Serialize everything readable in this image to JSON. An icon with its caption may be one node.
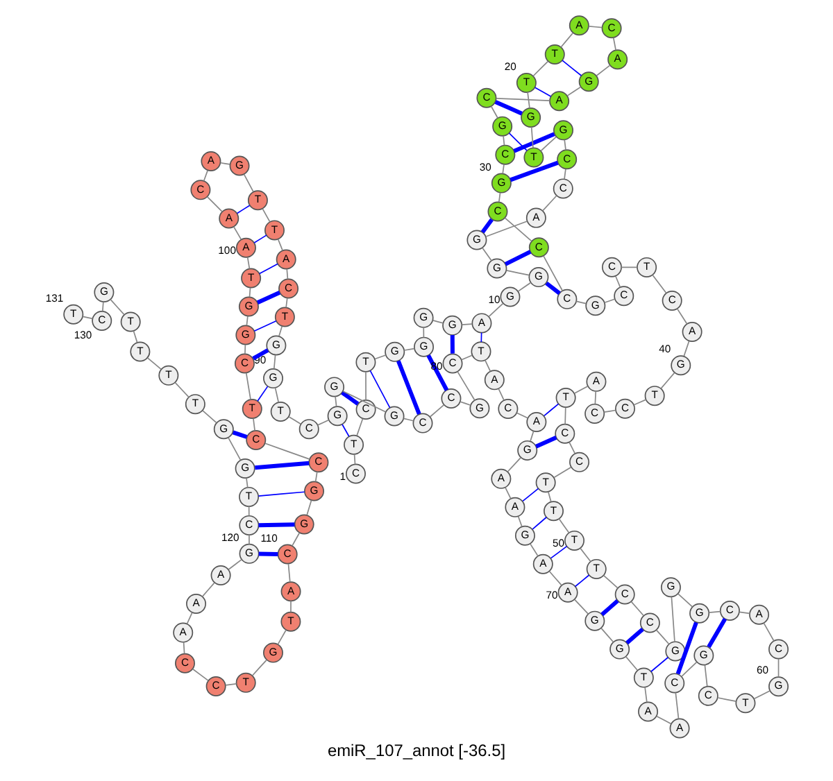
{
  "diagram": {
    "title": "emiR_107_annot [-36.5]",
    "nodes": [
      {
        "text": [
          "C"
        ],
        "beside": [
          "1"
        ]
      },
      {
        "text": [
          "T"
        ]
      },
      {
        "text": [
          "C"
        ]
      },
      {
        "text": [
          "T"
        ]
      },
      {
        "text": [
          "G"
        ]
      },
      {
        "text": [
          "G"
        ]
      },
      {
        "text": [
          "G"
        ]
      },
      {
        "text": [
          "G"
        ]
      },
      {
        "text": [
          "A"
        ]
      },
      {
        "text": [
          "G"
        ],
        "beside": [
          "10"
        ]
      },
      {
        "text": [
          "G"
        ]
      },
      {
        "text": [
          "G"
        ]
      },
      {
        "text": [
          "G"
        ]
      },
      {
        "text": [
          "A"
        ]
      },
      {
        "text": [
          "C"
        ]
      },
      {
        "text": [
          "C"
        ]
      },
      {
        "text": [
          "G"
        ]
      },
      {
        "text": [
          "T"
        ]
      },
      {
        "text": [
          "G"
        ]
      },
      {
        "text": [
          "T"
        ],
        "beside": [
          "20"
        ]
      },
      {
        "text": [
          "T"
        ]
      },
      {
        "text": [
          "A"
        ]
      },
      {
        "text": [
          "C"
        ]
      },
      {
        "text": [
          "A"
        ]
      },
      {
        "text": [
          "G"
        ]
      },
      {
        "text": [
          "A"
        ]
      },
      {
        "text": [
          "C"
        ]
      },
      {
        "text": [
          "G"
        ]
      },
      {
        "text": [
          "C"
        ]
      },
      {
        "text": [
          "G"
        ],
        "beside": [
          "30"
        ]
      },
      {
        "text": [
          "C"
        ]
      },
      {
        "text": [
          "C"
        ]
      },
      {
        "text": [
          "C"
        ]
      },
      {
        "text": [
          "G"
        ]
      },
      {
        "text": [
          "C"
        ]
      },
      {
        "text": [
          "C"
        ]
      },
      {
        "text": [
          "T"
        ]
      },
      {
        "text": [
          "C"
        ]
      },
      {
        "text": [
          "A"
        ]
      },
      {
        "text": [
          "G"
        ],
        "beside": [
          "40"
        ]
      },
      {
        "text": [
          "T"
        ]
      },
      {
        "text": [
          "C"
        ]
      },
      {
        "text": [
          "C"
        ]
      },
      {
        "text": [
          "A"
        ]
      },
      {
        "text": [
          "T"
        ]
      },
      {
        "text": [
          "C"
        ]
      },
      {
        "text": [
          "C"
        ]
      },
      {
        "text": [
          "T"
        ]
      },
      {
        "text": [
          "T"
        ]
      },
      {
        "text": [
          "T"
        ],
        "beside": [
          "50"
        ]
      },
      {
        "text": [
          "T"
        ]
      },
      {
        "text": [
          "C"
        ]
      },
      {
        "text": [
          "C"
        ]
      },
      {
        "text": [
          "G"
        ]
      },
      {
        "text": [
          "G"
        ]
      },
      {
        "text": [
          "G"
        ]
      },
      {
        "text": [
          "C"
        ]
      },
      {
        "text": [
          "A"
        ]
      },
      {
        "text": [
          "C"
        ]
      },
      {
        "text": [
          "G"
        ],
        "beside": [
          "60"
        ]
      },
      {
        "text": [
          "T"
        ]
      },
      {
        "text": [
          "C"
        ]
      },
      {
        "text": [
          "G"
        ]
      },
      {
        "text": [
          "C"
        ]
      },
      {
        "text": [
          "A"
        ]
      },
      {
        "text": [
          "A"
        ]
      },
      {
        "text": [
          "T"
        ]
      },
      {
        "text": [
          "G"
        ]
      },
      {
        "text": [
          "G"
        ]
      },
      {
        "text": [
          "A"
        ],
        "beside": [
          "70"
        ]
      },
      {
        "text": [
          "A"
        ]
      },
      {
        "text": [
          "G"
        ]
      },
      {
        "text": [
          "A"
        ]
      },
      {
        "text": [
          "A"
        ]
      },
      {
        "text": [
          "G"
        ]
      },
      {
        "text": [
          "A"
        ]
      },
      {
        "text": [
          "C"
        ]
      },
      {
        "text": [
          "A"
        ]
      },
      {
        "text": [
          "T"
        ]
      },
      {
        "text": [
          "C"
        ],
        "beside": [
          "80"
        ]
      },
      {
        "text": [
          "G"
        ]
      },
      {
        "text": [
          "C"
        ]
      },
      {
        "text": [
          "C"
        ]
      },
      {
        "text": [
          "G"
        ]
      },
      {
        "text": [
          "G"
        ]
      },
      {
        "text": [
          "G"
        ]
      },
      {
        "text": [
          "C"
        ]
      },
      {
        "text": [
          "T"
        ]
      },
      {
        "text": [
          "G"
        ]
      },
      {
        "text": [
          "G"
        ],
        "beside": [
          "90"
        ]
      },
      {
        "text": [
          "T"
        ]
      },
      {
        "text": [
          "C"
        ]
      },
      {
        "text": [
          "A"
        ]
      },
      {
        "text": [
          "T"
        ]
      },
      {
        "text": [
          "T"
        ]
      },
      {
        "text": [
          "G"
        ]
      },
      {
        "text": [
          "A"
        ]
      },
      {
        "text": [
          "C"
        ]
      },
      {
        "text": [
          "A"
        ]
      },
      {
        "text": [
          "A"
        ],
        "beside": [
          "100"
        ]
      },
      {
        "text": [
          "T"
        ]
      },
      {
        "text": [
          "G"
        ]
      },
      {
        "text": [
          "G"
        ]
      },
      {
        "text": [
          "C"
        ]
      },
      {
        "text": [
          "T"
        ]
      },
      {
        "text": [
          "C"
        ]
      },
      {
        "text": [
          "C"
        ]
      },
      {
        "text": [
          "G"
        ]
      },
      {
        "text": [
          "G"
        ]
      },
      {
        "text": [
          "C"
        ],
        "beside": [
          "110"
        ]
      },
      {
        "text": [
          "A"
        ]
      },
      {
        "text": [
          "T"
        ]
      },
      {
        "text": [
          "G"
        ]
      },
      {
        "text": [
          "T"
        ]
      },
      {
        "text": [
          "C"
        ]
      },
      {
        "text": [
          "C"
        ]
      },
      {
        "text": [
          "A"
        ]
      },
      {
        "text": [
          "A"
        ]
      },
      {
        "text": [
          "A"
        ]
      },
      {
        "text": [
          "G"
        ],
        "beside": [
          "120"
        ]
      },
      {
        "text": [
          "C"
        ]
      },
      {
        "text": [
          "T"
        ]
      },
      {
        "text": [
          "G"
        ]
      },
      {
        "text": [
          "G"
        ]
      },
      {
        "text": [
          "T"
        ]
      },
      {
        "text": [
          "T"
        ]
      },
      {
        "text": [
          "T"
        ]
      },
      {
        "text": [
          "T"
        ]
      },
      {
        "text": [
          "G"
        ]
      },
      {
        "text": [
          "C"
        ],
        "beside": [
          "130"
        ]
      },
      {
        "text": [
          "T"
        ],
        "beside": [
          "131"
        ]
      }
    ],
    "edges": [
      {
        "from": 0,
        "to": 1,
        "arrow": "none"
      },
      {
        "from": 1,
        "to": 2,
        "arrow": "none"
      },
      {
        "from": 2,
        "to": 3,
        "arrow": "none"
      },
      {
        "from": 3,
        "to": 4,
        "arrow": "none"
      },
      {
        "from": 4,
        "to": 5,
        "arrow": "none"
      },
      {
        "from": 5,
        "to": 6,
        "arrow": "none"
      },
      {
        "from": 6,
        "to": 7,
        "arrow": "none"
      },
      {
        "from": 7,
        "to": 8,
        "arrow": "none"
      },
      {
        "from": 8,
        "to": 9,
        "arrow": "none"
      },
      {
        "from": 9,
        "to": 10,
        "arrow": "none"
      },
      {
        "from": 10,
        "to": 11,
        "arrow": "none"
      },
      {
        "from": 11,
        "to": 12,
        "arrow": "none"
      },
      {
        "from": 12,
        "to": 13,
        "arrow": "none"
      },
      {
        "from": 13,
        "to": 14,
        "arrow": "none"
      },
      {
        "from": 14,
        "to": 15,
        "arrow": "none"
      },
      {
        "from": 15,
        "to": 16,
        "arrow": "none"
      },
      {
        "from": 16,
        "to": 17,
        "arrow": "none"
      },
      {
        "from": 17,
        "to": 18,
        "arrow": "none"
      },
      {
        "from": 18,
        "to": 19,
        "arrow": "none"
      },
      {
        "from": 19,
        "to": 20,
        "arrow": "none"
      },
      {
        "from": 20,
        "to": 21,
        "arrow": "none"
      },
      {
        "from": 21,
        "to": 22,
        "arrow": "none"
      },
      {
        "from": 22,
        "to": 23,
        "arrow": "none"
      },
      {
        "from": 23,
        "to": 24,
        "arrow": "none"
      },
      {
        "from": 24,
        "to": 25,
        "arrow": "none"
      },
      {
        "from": 25,
        "to": 26,
        "arrow": "none"
      },
      {
        "from": 26,
        "to": 27,
        "arrow": "none"
      },
      {
        "from": 27,
        "to": 28,
        "arrow": "none"
      },
      {
        "from": 28,
        "to": 29,
        "arrow": "none"
      },
      {
        "from": 29,
        "to": 30,
        "arrow": "none"
      },
      {
        "from": 30,
        "to": 31,
        "arrow": "none"
      },
      {
        "from": 31,
        "to": 32,
        "arrow": "none"
      },
      {
        "from": 32,
        "to": 33,
        "arrow": "none"
      },
      {
        "from": 33,
        "to": 34,
        "arrow": "none"
      },
      {
        "from": 34,
        "to": 35,
        "arrow": "none"
      },
      {
        "from": 35,
        "to": 36,
        "arrow": "none"
      },
      {
        "from": 36,
        "to": 37,
        "arrow": "none"
      },
      {
        "from": 37,
        "to": 38,
        "arrow": "none"
      },
      {
        "from": 38,
        "to": 39,
        "arrow": "none"
      },
      {
        "from": 39,
        "to": 40,
        "arrow": "none"
      },
      {
        "from": 40,
        "to": 41,
        "arrow": "none"
      },
      {
        "from": 41,
        "to": 42,
        "arrow": "none"
      },
      {
        "from": 42,
        "to": 43,
        "arrow": "none"
      },
      {
        "from": 43,
        "to": 44,
        "arrow": "none"
      },
      {
        "from": 44,
        "to": 45,
        "arrow": "none"
      },
      {
        "from": 45,
        "to": 46,
        "arrow": "none"
      },
      {
        "from": 46,
        "to": 47,
        "arrow": "none"
      },
      {
        "from": 47,
        "to": 48,
        "arrow": "none"
      },
      {
        "from": 48,
        "to": 49,
        "arrow": "none"
      },
      {
        "from": 49,
        "to": 50,
        "arrow": "none"
      },
      {
        "from": 50,
        "to": 51,
        "arrow": "none"
      },
      {
        "from": 51,
        "to": 52,
        "arrow": "none"
      },
      {
        "from": 52,
        "to": 53,
        "arrow": "none"
      },
      {
        "from": 53,
        "to": 54,
        "arrow": "none"
      },
      {
        "from": 54,
        "to": 55,
        "arrow": "none"
      },
      {
        "from": 55,
        "to": 56,
        "arrow": "none"
      },
      {
        "from": 56,
        "to": 57,
        "arrow": "none"
      },
      {
        "from": 57,
        "to": 58,
        "arrow": "none"
      },
      {
        "from": 58,
        "to": 59,
        "arrow": "none"
      },
      {
        "from": 59,
        "to": 60,
        "arrow": "none"
      },
      {
        "from": 60,
        "to": 61,
        "arrow": "none"
      },
      {
        "from": 61,
        "to": 62,
        "arrow": "none"
      },
      {
        "from": 62,
        "to": 63,
        "arrow": "none"
      },
      {
        "from": 63,
        "to": 64,
        "arrow": "none"
      },
      {
        "from": 64,
        "to": 65,
        "arrow": "none"
      },
      {
        "from": 65,
        "to": 66,
        "arrow": "none"
      },
      {
        "from": 66,
        "to": 67,
        "arrow": "none"
      },
      {
        "from": 67,
        "to": 68,
        "arrow": "none"
      },
      {
        "from": 68,
        "to": 69,
        "arrow": "none"
      },
      {
        "from": 69,
        "to": 70,
        "arrow": "none"
      },
      {
        "from": 70,
        "to": 71,
        "arrow": "none"
      },
      {
        "from": 71,
        "to": 72,
        "arrow": "none"
      },
      {
        "from": 72,
        "to": 73,
        "arrow": "none"
      },
      {
        "from": 73,
        "to": 74,
        "arrow": "none"
      },
      {
        "from": 74,
        "to": 75,
        "arrow": "none"
      },
      {
        "from": 75,
        "to": 76,
        "arrow": "none"
      },
      {
        "from": 76,
        "to": 77,
        "arrow": "none"
      },
      {
        "from": 77,
        "to": 78,
        "arrow": "none"
      },
      {
        "from": 78,
        "to": 79,
        "arrow": "none"
      },
      {
        "from": 79,
        "to": 80,
        "arrow": "none"
      },
      {
        "from": 80,
        "to": 81,
        "arrow": "none"
      },
      {
        "from": 81,
        "to": 82,
        "arrow": "none"
      },
      {
        "from": 82,
        "to": 83,
        "arrow": "none"
      },
      {
        "from": 83,
        "to": 84,
        "arrow": "none"
      },
      {
        "from": 84,
        "to": 85,
        "arrow": "none"
      },
      {
        "from": 85,
        "to": 86,
        "arrow": "none"
      },
      {
        "from": 86,
        "to": 87,
        "arrow": "none"
      },
      {
        "from": 87,
        "to": 88,
        "arrow": "none"
      },
      {
        "from": 88,
        "to": 89,
        "arrow": "none"
      },
      {
        "from": 89,
        "to": 90,
        "arrow": "none"
      },
      {
        "from": 90,
        "to": 91,
        "arrow": "none"
      },
      {
        "from": 91,
        "to": 92,
        "arrow": "none"
      },
      {
        "from": 92,
        "to": 93,
        "arrow": "none"
      },
      {
        "from": 93,
        "to": 94,
        "arrow": "none"
      },
      {
        "from": 94,
        "to": 95,
        "arrow": "none"
      },
      {
        "from": 95,
        "to": 96,
        "arrow": "none"
      },
      {
        "from": 96,
        "to": 97,
        "arrow": "none"
      },
      {
        "from": 97,
        "to": 98,
        "arrow": "none"
      },
      {
        "from": 98,
        "to": 99,
        "arrow": "none"
      },
      {
        "from": 99,
        "to": 100,
        "arrow": "none"
      },
      {
        "from": 100,
        "to": 101,
        "arrow": "none"
      },
      {
        "from": 101,
        "to": 102,
        "arrow": "none"
      },
      {
        "from": 102,
        "to": 103,
        "arrow": "none"
      },
      {
        "from": 103,
        "to": 104,
        "arrow": "none"
      },
      {
        "from": 104,
        "to": 105,
        "arrow": "none"
      },
      {
        "from": 105,
        "to": 106,
        "arrow": "none"
      },
      {
        "from": 106,
        "to": 107,
        "arrow": "none"
      },
      {
        "from": 107,
        "to": 108,
        "arrow": "none"
      },
      {
        "from": 108,
        "to": 109,
        "arrow": "none"
      },
      {
        "from": 109,
        "to": 110,
        "arrow": "none"
      },
      {
        "from": 110,
        "to": 111,
        "arrow": "none"
      },
      {
        "from": 111,
        "to": 112,
        "arrow": "none"
      },
      {
        "from": 112,
        "to": 113,
        "arrow": "none"
      },
      {
        "from": 113,
        "to": 114,
        "arrow": "none"
      },
      {
        "from": 114,
        "to": 115,
        "arrow": "none"
      },
      {
        "from": 115,
        "to": 116,
        "arrow": "none"
      },
      {
        "from": 116,
        "to": 117,
        "arrow": "none"
      },
      {
        "from": 117,
        "to": 118,
        "arrow": "none"
      },
      {
        "from": 118,
        "to": 119,
        "arrow": "none"
      },
      {
        "from": 119,
        "to": 120,
        "arrow": "none"
      },
      {
        "from": 120,
        "to": 121,
        "arrow": "none"
      },
      {
        "from": 121,
        "to": 122,
        "arrow": "none"
      },
      {
        "from": 122,
        "to": 123,
        "arrow": "none"
      },
      {
        "from": 123,
        "to": 124,
        "arrow": "none"
      },
      {
        "from": 124,
        "to": 125,
        "arrow": "none"
      },
      {
        "from": 125,
        "to": 126,
        "arrow": "none"
      },
      {
        "from": 126,
        "to": 127,
        "arrow": "none"
      },
      {
        "from": 127,
        "to": 128,
        "arrow": "none"
      },
      {
        "from": 128,
        "to": 129,
        "arrow": "none"
      },
      {
        "from": 129,
        "to": 130,
        "arrow": "none"
      },
      {
        "from": 1,
        "to": 85,
        "arrow": "none",
        "color": "#0000ff"
      },
      {
        "from": 2,
        "to": 84,
        "arrow": "none",
        "color": "#0000ff",
        "style": "thick"
      },
      {
        "from": 3,
        "to": 83,
        "arrow": "none",
        "color": "#0000ff"
      },
      {
        "from": 4,
        "to": 82,
        "arrow": "none",
        "color": "#0000ff",
        "style": "thick"
      },
      {
        "from": 5,
        "to": 81,
        "arrow": "none",
        "color": "#0000ff",
        "style": "thick"
      },
      {
        "from": 7,
        "to": 79,
        "arrow": "none",
        "color": "#0000ff",
        "style": "thick"
      },
      {
        "from": 8,
        "to": 78,
        "arrow": "none",
        "color": "#0000ff"
      },
      {
        "from": 10,
        "to": 32,
        "arrow": "none",
        "color": "#0000ff",
        "style": "thick"
      },
      {
        "from": 11,
        "to": 31,
        "arrow": "none",
        "color": "#0000ff",
        "style": "thick"
      },
      {
        "from": 12,
        "to": 30,
        "arrow": "none",
        "color": "#0000ff",
        "style": "thick"
      },
      {
        "from": 15,
        "to": 29,
        "arrow": "none",
        "color": "#0000ff",
        "style": "thick"
      },
      {
        "from": 16,
        "to": 28,
        "arrow": "none",
        "color": "#0000ff",
        "style": "thick"
      },
      {
        "from": 17,
        "to": 27,
        "arrow": "none",
        "color": "#0000ff"
      },
      {
        "from": 18,
        "to": 26,
        "arrow": "none",
        "color": "#0000ff",
        "style": "thick"
      },
      {
        "from": 19,
        "to": 25,
        "arrow": "none",
        "color": "#0000ff"
      },
      {
        "from": 20,
        "to": 24,
        "arrow": "none",
        "color": "#0000ff"
      },
      {
        "from": 44,
        "to": 75,
        "arrow": "none",
        "color": "#0000ff"
      },
      {
        "from": 45,
        "to": 74,
        "arrow": "none",
        "color": "#0000ff",
        "style": "thick"
      },
      {
        "from": 47,
        "to": 72,
        "arrow": "none",
        "color": "#0000ff"
      },
      {
        "from": 48,
        "to": 71,
        "arrow": "none",
        "color": "#0000ff"
      },
      {
        "from": 49,
        "to": 70,
        "arrow": "none",
        "color": "#0000ff"
      },
      {
        "from": 50,
        "to": 69,
        "arrow": "none",
        "color": "#0000ff"
      },
      {
        "from": 51,
        "to": 68,
        "arrow": "none",
        "color": "#0000ff",
        "style": "thick"
      },
      {
        "from": 52,
        "to": 67,
        "arrow": "none",
        "color": "#0000ff",
        "style": "thick"
      },
      {
        "from": 53,
        "to": 66,
        "arrow": "none",
        "color": "#0000ff"
      },
      {
        "from": 55,
        "to": 63,
        "arrow": "none",
        "color": "#0000ff",
        "style": "thick"
      },
      {
        "from": 56,
        "to": 62,
        "arrow": "none",
        "color": "#0000ff",
        "style": "thick"
      },
      {
        "from": 88,
        "to": 104,
        "arrow": "none",
        "color": "#0000ff"
      },
      {
        "from": 89,
        "to": 103,
        "arrow": "none",
        "color": "#0000ff",
        "style": "thick"
      },
      {
        "from": 90,
        "to": 102,
        "arrow": "none",
        "color": "#0000ff"
      },
      {
        "from": 91,
        "to": 101,
        "arrow": "none",
        "color": "#0000ff",
        "style": "thick"
      },
      {
        "from": 92,
        "to": 100,
        "arrow": "none",
        "color": "#0000ff"
      },
      {
        "from": 93,
        "to": 99,
        "arrow": "none",
        "color": "#0000ff"
      },
      {
        "from": 94,
        "to": 98,
        "arrow": "none",
        "color": "#0000ff"
      },
      {
        "from": 105,
        "to": 123,
        "arrow": "none",
        "color": "#0000ff",
        "style": "thick"
      },
      {
        "from": 106,
        "to": 122,
        "arrow": "none",
        "color": "#0000ff",
        "style": "thick"
      },
      {
        "from": 107,
        "to": 121,
        "arrow": "none",
        "color": "#0000ff"
      },
      {
        "from": 108,
        "to": 120,
        "arrow": "none",
        "color": "#0000ff",
        "style": "thick"
      },
      {
        "from": 109,
        "to": 119,
        "arrow": "none",
        "color": "#0000ff",
        "style": "thick"
      }
    ]
  }
}
